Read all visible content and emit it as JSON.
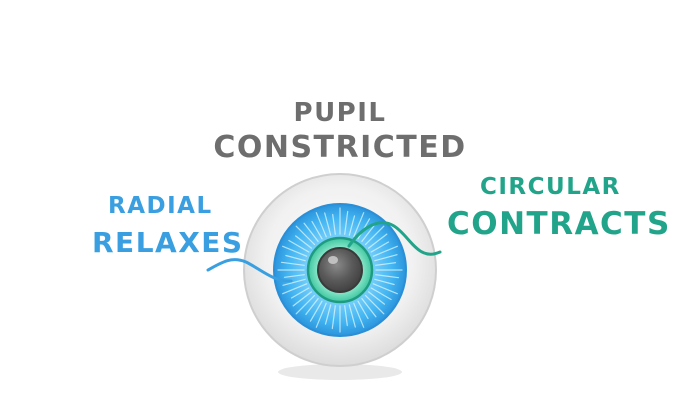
{
  "title": {
    "line1": "PUPIL",
    "line2": "CONSTRICTED"
  },
  "labels": {
    "radial": {
      "line1": "RADIAL",
      "line2": "RELAXES"
    },
    "circular": {
      "line1": "CIRCULAR",
      "line2": "CONTRACTS"
    }
  },
  "colors": {
    "title": "#6e6e6e",
    "radial": "#3a9fe0",
    "circular": "#22a48a",
    "sclera": "#f2f2f2",
    "sclera_outline": "#d8d8d8",
    "iris": "#3fb3f0",
    "iris_outline": "#2a8fd6",
    "circular_ring": "#55d4b0",
    "pupil": "#555555"
  }
}
